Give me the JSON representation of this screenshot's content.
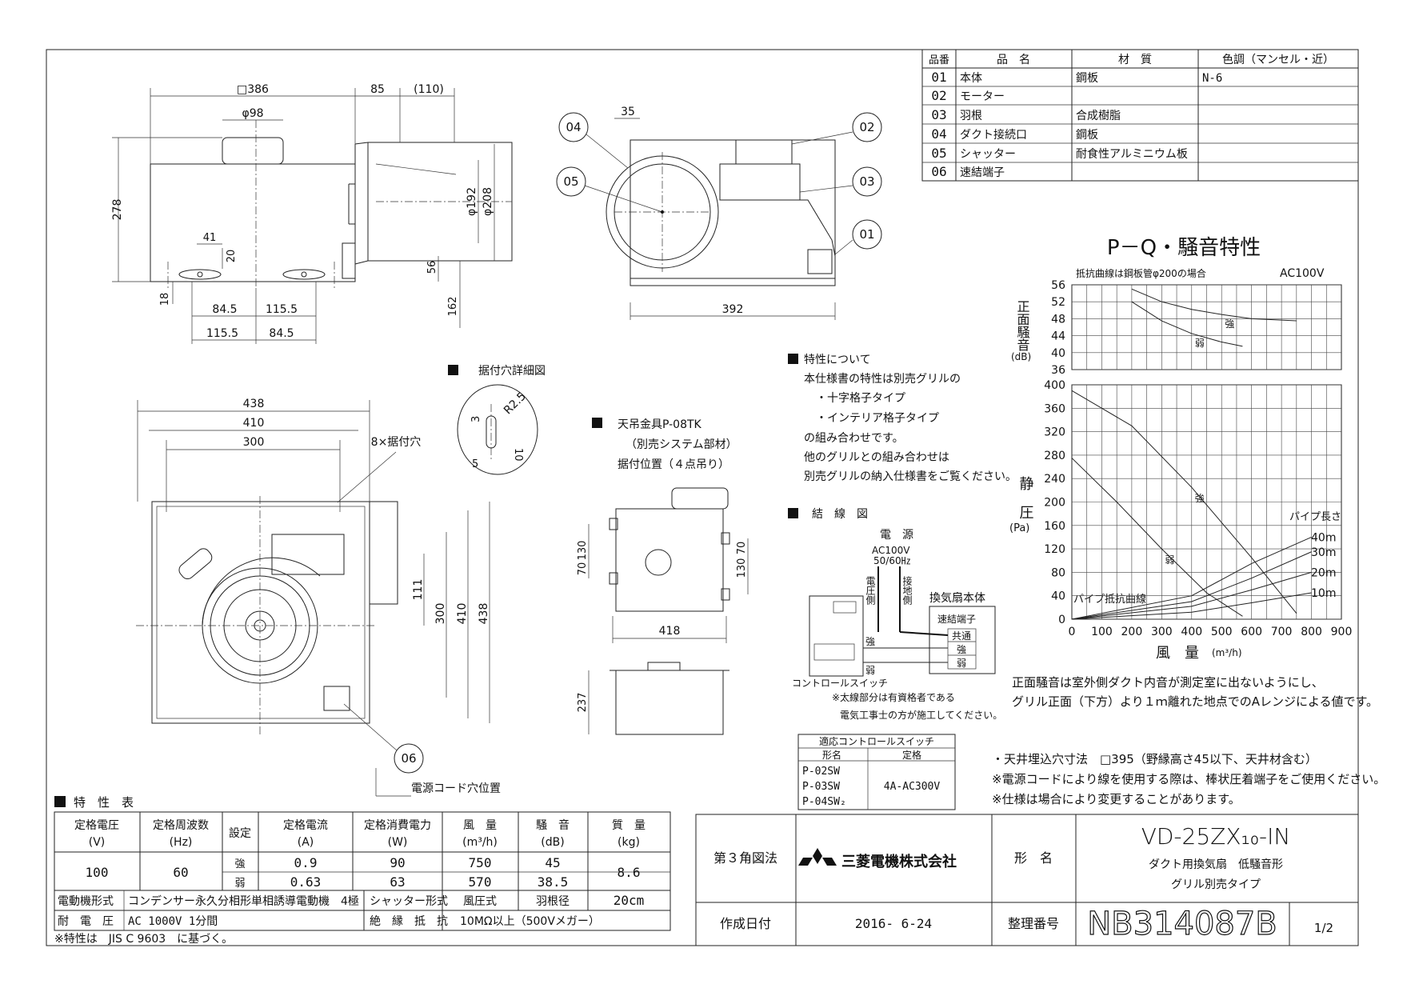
{
  "parts_table": {
    "headers": [
      "品番",
      "品　名",
      "材　質",
      "色調（マンセル・近）"
    ],
    "rows": [
      {
        "no": "01",
        "name": "本体",
        "material": "鋼板",
        "color": "N-6"
      },
      {
        "no": "02",
        "name": "モーター",
        "material": "",
        "color": ""
      },
      {
        "no": "03",
        "name": "羽根",
        "material": "合成樹脂",
        "color": ""
      },
      {
        "no": "04",
        "name": "ダクト接続口",
        "material": "鋼板",
        "color": ""
      },
      {
        "no": "05",
        "name": "シャッター",
        "material": "耐食性アルミニウム板",
        "color": ""
      },
      {
        "no": "06",
        "name": "速結端子",
        "material": "",
        "color": ""
      }
    ]
  },
  "top_view_dims": {
    "d386": "□386",
    "d85": "85",
    "d110": "(110)",
    "d98": "φ98",
    "d278": "278",
    "d192": "φ192",
    "d208": "φ208",
    "d41": "41",
    "d20": "20",
    "d56": "56",
    "d18": "18",
    "d162": "162",
    "d845a": "84.5",
    "d1155a": "115.5",
    "d1155b": "115.5",
    "d845b": "84.5"
  },
  "side_view_dims": {
    "d35": "35",
    "d392": "392",
    "callouts": [
      "04",
      "05",
      "02",
      "03",
      "01"
    ]
  },
  "mount_hole_detail": {
    "title": "据付穴詳細図",
    "r": "R2.5",
    "d3": "3",
    "d5": "5",
    "d10": "10"
  },
  "bottom_view_dims": {
    "d438": "438",
    "d410": "410",
    "d300": "300",
    "holes": "8×据付穴",
    "d111": "111",
    "v300": "300",
    "v410": "410",
    "v438": "438",
    "callout": "06",
    "cord": "電源コード穴位置"
  },
  "hanger": {
    "title": "天吊金具P-08TK",
    "sub": "（別売システム部材）",
    "pos": "据付位置（４点吊り）",
    "d130": "130",
    "d70": "70",
    "d130b": "130",
    "d70b": "70",
    "d418": "418",
    "d237": "237"
  },
  "characteristics_note": {
    "title": "特性について",
    "lines": [
      "本仕様書の特性は別売グリルの",
      "・十字格子タイプ",
      "・インテリア格子タイプ",
      "の組み合わせです。",
      "他のグリルとの組み合わせは",
      "別売グリルの納入仕様書をご覧ください。"
    ]
  },
  "wiring": {
    "title": "結　線　図",
    "power": "電　源",
    "ac": "AC100V",
    "hz": "50/60㎐",
    "voltage_side": "電圧側",
    "ground_side": "接地側",
    "fan_body": "換気扇本体",
    "terminal": "速結端子",
    "common": "共通",
    "strong": "強",
    "weak": "弱",
    "switch": "コントロールスイッチ",
    "note1": "※太線部分は有資格者である",
    "note2": "電気工事士の方が施工してください。",
    "strong2": "強",
    "weak2": "弱"
  },
  "switch_table": {
    "title": "適応コントロールスイッチ",
    "h1": "形名",
    "h2": "定格",
    "models": [
      "P-02SW",
      "P-03SW",
      "P-04SW₂"
    ],
    "rating": "4A-AC300V"
  },
  "chart_data": {
    "type": "line",
    "title": "P－Q・騒音特性",
    "subtitle": "抵抗曲線は鋼板管φ200の場合",
    "power_label": "AC100V",
    "noise": {
      "ylabel": "正面騒音",
      "yunit": "(dB)",
      "ylim": [
        36,
        56
      ],
      "yticks": [
        "56",
        "52",
        "48",
        "44",
        "40",
        "36"
      ],
      "series": [
        {
          "name": "強",
          "x": [
            200,
            300,
            400,
            500,
            600,
            750
          ],
          "y": [
            55,
            52,
            50.2,
            49,
            48,
            47.5
          ]
        },
        {
          "name": "弱",
          "x": [
            200,
            300,
            400,
            500,
            570
          ],
          "y": [
            52,
            47.5,
            44.5,
            42.5,
            41.5
          ]
        }
      ]
    },
    "pq": {
      "ylabel": "静　圧",
      "yunit": "(Pa)",
      "ylim": [
        0,
        400
      ],
      "xlim": [
        0,
        900
      ],
      "yticks": [
        "400",
        "360",
        "320",
        "280",
        "240",
        "200",
        "160",
        "120",
        "80",
        "40",
        "0"
      ],
      "xticks": [
        "0",
        "100",
        "200",
        "300",
        "400",
        "500",
        "600",
        "700",
        "800",
        "900"
      ],
      "xlabel": "風　量",
      "xunit": "(m³/h)",
      "series": [
        {
          "name": "強",
          "x": [
            0,
            200,
            400,
            600,
            750
          ],
          "y": [
            390,
            330,
            225,
            105,
            10
          ]
        },
        {
          "name": "弱",
          "x": [
            0,
            150,
            300,
            450,
            570
          ],
          "y": [
            275,
            200,
            120,
            45,
            5
          ]
        }
      ],
      "resistance": [
        {
          "name": "40m",
          "x": [
            0,
            400,
            600,
            800
          ],
          "y": [
            0,
            40,
            95,
            140
          ]
        },
        {
          "name": "30m",
          "x": [
            0,
            400,
            600,
            800
          ],
          "y": [
            0,
            30,
            70,
            115
          ]
        },
        {
          "name": "20m",
          "x": [
            0,
            400,
            600,
            800
          ],
          "y": [
            0,
            22,
            50,
            80
          ]
        },
        {
          "name": "10m",
          "x": [
            0,
            400,
            600,
            800
          ],
          "y": [
            0,
            12,
            28,
            45
          ]
        }
      ],
      "pipe_length_label": "パイプ長さ",
      "resistance_label": "パイプ抵抗曲線"
    }
  },
  "noise_note": [
    "正面騒音は室外側ダクト内音が測定室に出ないようにし、",
    "グリル正面（下方）より１ｍ離れた地点でのAレンジによる値です。"
  ],
  "notes": [
    "・天井埋込穴寸法　□395（野縁高さ45以下、天井材含む）",
    "※電源コードにより線を使用する際は、棒状圧着端子をご使用ください。",
    "※仕様は場合により変更することがあります。"
  ],
  "spec_table": {
    "title": "特　性　表",
    "headers": [
      [
        "定格電圧",
        "(V)"
      ],
      [
        "定格周波数",
        "(Hz)"
      ],
      [
        "設定",
        ""
      ],
      [
        "定格電流",
        "(A)"
      ],
      [
        "定格消費電力",
        "(W)"
      ],
      [
        "風　量",
        "(m³/h)"
      ],
      [
        "騒　音",
        "(dB)"
      ],
      [
        "質　量",
        "(kg)"
      ]
    ],
    "voltage": "100",
    "freq": "60",
    "mass": "8.6",
    "rows": [
      {
        "setting": "強",
        "current": "0.9",
        "power": "90",
        "flow": "750",
        "noise": "45"
      },
      {
        "setting": "弱",
        "current": "0.63",
        "power": "63",
        "flow": "570",
        "noise": "38.5"
      }
    ],
    "motor_label": "電動機形式",
    "motor": "コンデンサー永久分相形単相誘導電動機　4極",
    "shutter_label": "シャッター形式",
    "shutter": "風圧式",
    "blade_label": "羽根径",
    "blade": "20cm",
    "withstand_label": "耐　電　圧",
    "withstand": "AC 1000V 1分間",
    "insul_label": "絶　縁　抵　抗",
    "insul": "10MΩ以上（500Vメガー）",
    "footnote": "※特性は　JIS C 9603　に基づく。"
  },
  "title_block": {
    "projection": "第３角図法",
    "company": "三菱電機株式会社",
    "model_label": "形　名",
    "model": "VD-25ZX₁₀-IN",
    "desc1": "ダクト用換気扇　低騒音形",
    "desc2": "グリル別売タイプ",
    "date_label": "作成日付",
    "date": "2016- 6-24",
    "ref_label": "整理番号",
    "ref": "NB314087B",
    "page": "1/2"
  }
}
